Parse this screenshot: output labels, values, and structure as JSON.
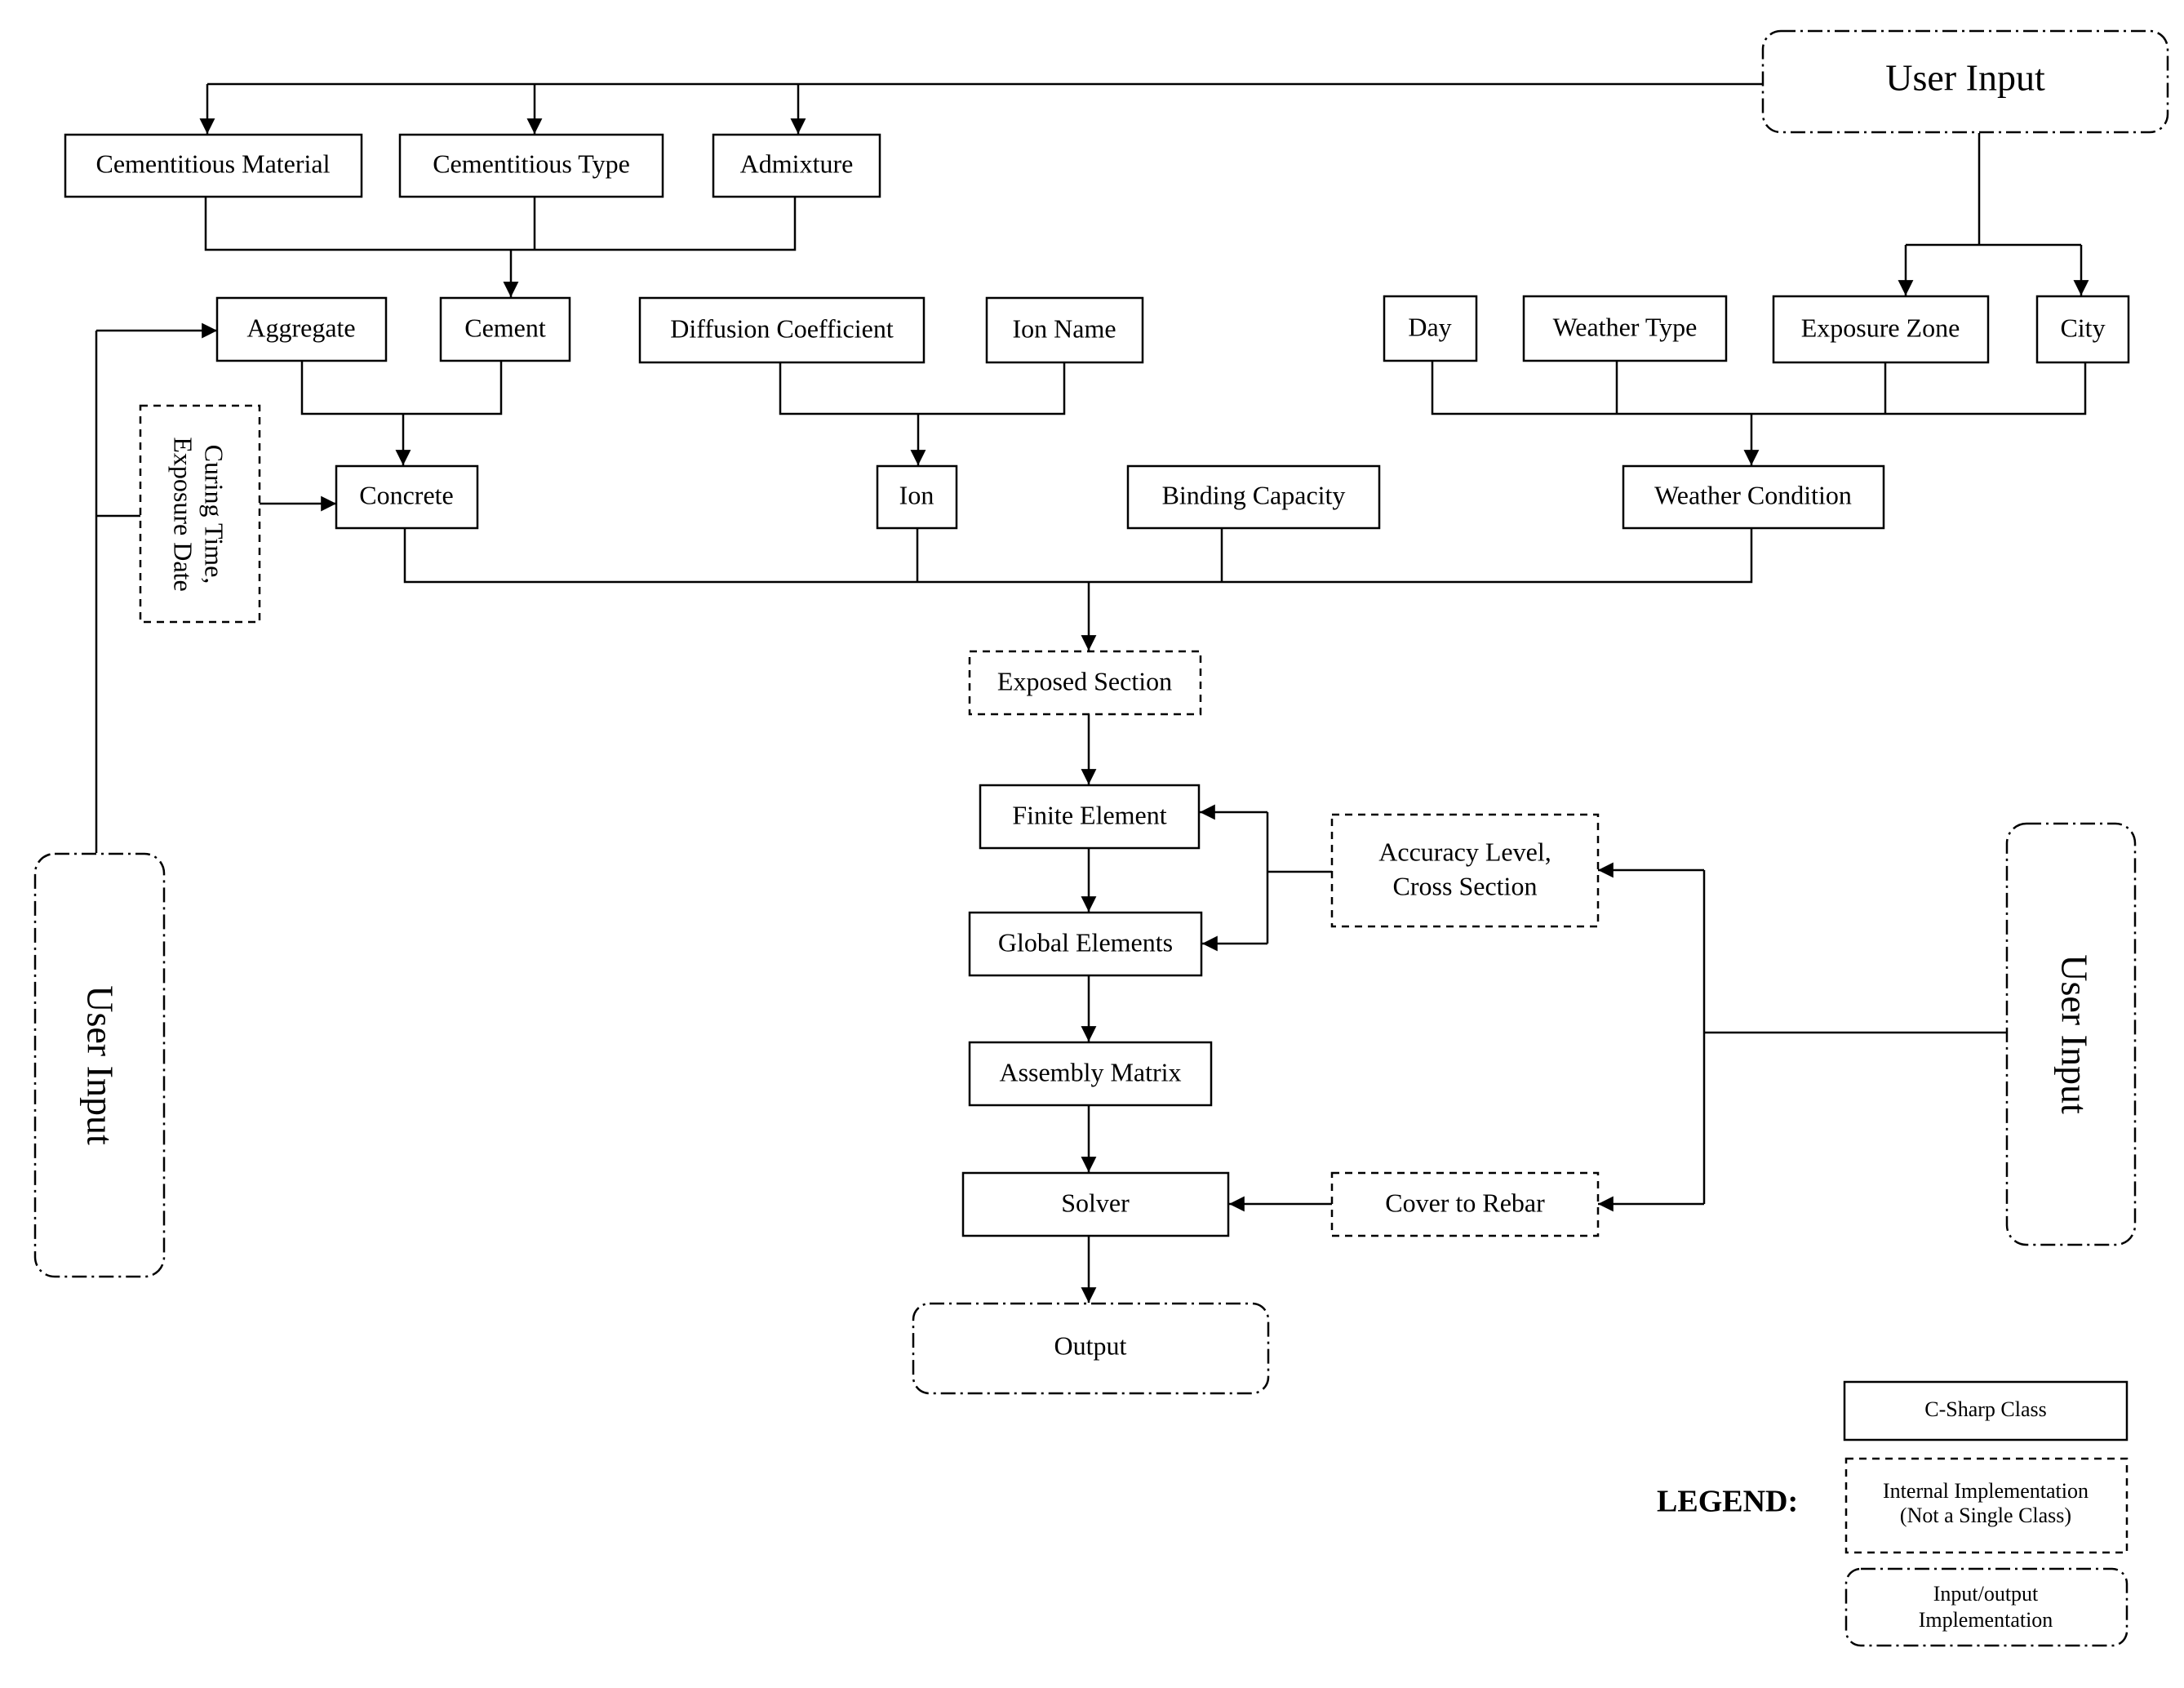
{
  "nodes": {
    "user_input_top": "User Input",
    "user_input_left": "User Input",
    "user_input_right": "User Input",
    "cementitious_material": "Cementitious Material",
    "cementitious_type": "Cementitious Type",
    "admixture": "Admixture",
    "aggregate": "Aggregate",
    "cement": "Cement",
    "diffusion_coefficient": "Diffusion Coefficient",
    "ion_name": "Ion Name",
    "day": "Day",
    "weather_type": "Weather Type",
    "exposure_zone": "Exposure Zone",
    "city": "City",
    "curing_time_line1": "Curing Time,",
    "curing_time_line2": "Exposure Date",
    "concrete": "Concrete",
    "ion": "Ion",
    "binding_capacity": "Binding Capacity",
    "weather_condition": "Weather Condition",
    "exposed_section": "Exposed Section",
    "finite_element": "Finite Element",
    "global_elements": "Global Elements",
    "accuracy_line1": "Accuracy Level,",
    "accuracy_line2": "Cross Section",
    "assembly_matrix": "Assembly Matrix",
    "solver": "Solver",
    "cover_to_rebar": "Cover to Rebar",
    "output": "Output"
  },
  "legend": {
    "title": "LEGEND:",
    "csharp_class": "C-Sharp Class",
    "internal_line1": "Internal Implementation",
    "internal_line2": "(Not a Single Class)",
    "io_line1": "Input/output",
    "io_line2": "Implementation"
  }
}
